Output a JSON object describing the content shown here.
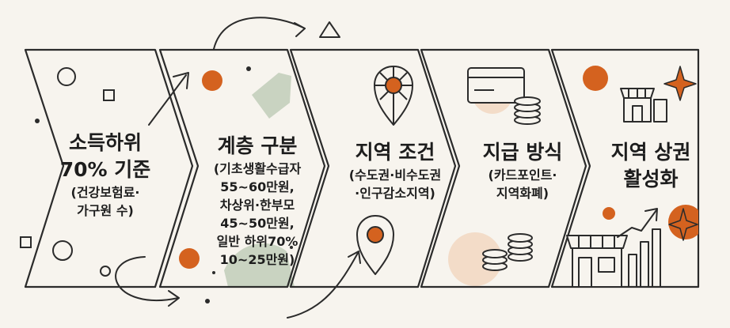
{
  "steps": [
    {
      "title": "소득하위",
      "title2": "70% 기준",
      "sub": [
        "(건강보험료·",
        "가구원 수)"
      ]
    },
    {
      "title": "계층 구분",
      "sub": [
        "(기초생활수급자",
        "55~60만원,",
        "차상위·한부모",
        "45~50만원,",
        "일반 하위70%",
        "10~25만원)"
      ]
    },
    {
      "title": "지역 조건",
      "sub": [
        "(수도권·비수도권",
        "·인구감소지역)"
      ]
    },
    {
      "title": "지급 방식",
      "sub": [
        "(카드포인트·",
        "지역화폐)"
      ]
    },
    {
      "title": "지역 상권",
      "title2": "활성화"
    }
  ],
  "colors": {
    "ink": "#2b2b2b",
    "accent": "#d4621f",
    "peach": "#f3dcc8",
    "sage": "#c9d3c1",
    "background": "#f7f4ee"
  },
  "icons": [
    "location-pin-icon",
    "credit-card-icon",
    "coin-stack-icon",
    "storefront-icon",
    "growth-chart-icon",
    "sparkle-icon",
    "curved-arrow-icon",
    "triangle-icon"
  ]
}
